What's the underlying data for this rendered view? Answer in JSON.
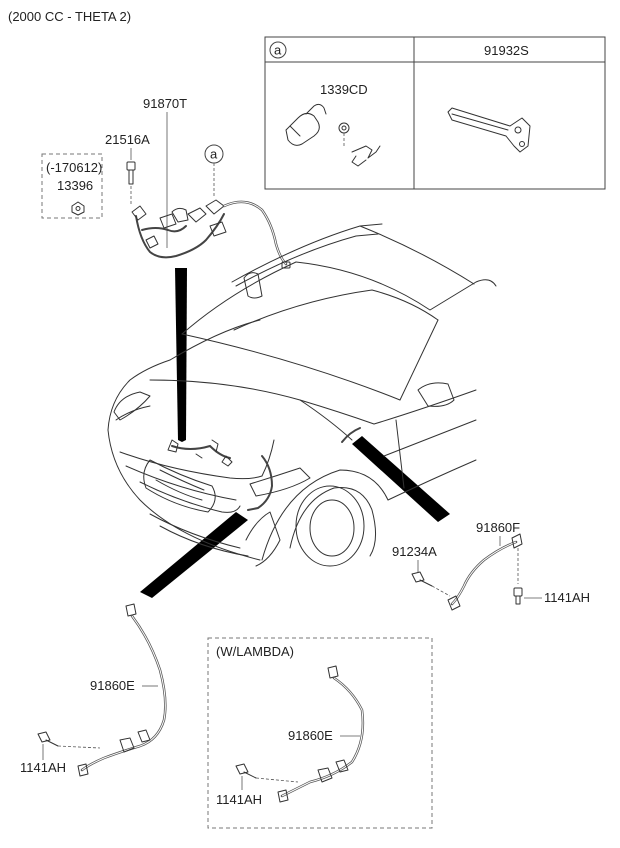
{
  "header": {
    "engine_spec": "(2000 CC - THETA 2)"
  },
  "callout": {
    "ref_letter": "a"
  },
  "inset_table": {
    "ref_letter": "a",
    "col2_part": "91932S",
    "col1_part": "1339CD"
  },
  "parts": {
    "main_harness": "91870T",
    "bolt_top": "21516A",
    "date_note": "(-170612)",
    "nut_top": "13396",
    "sensor_right": "91860F",
    "bolt_right": "91234A",
    "bolt_right_far": "1141AH",
    "sensor_left": "91860E",
    "bolt_left": "1141AH"
  },
  "lambda_box": {
    "title": "(W/LAMBDA)",
    "sensor": "91860E",
    "bolt": "1141AH"
  }
}
